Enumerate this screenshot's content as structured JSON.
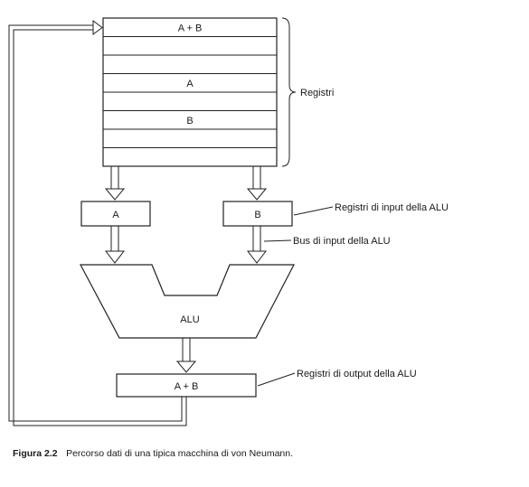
{
  "register_file": {
    "rows": [
      "A + B",
      "",
      "",
      "A",
      "",
      "B",
      "",
      ""
    ],
    "brace_label": "Registri"
  },
  "alu_inputs": {
    "left": "A",
    "right": "B"
  },
  "alu": {
    "label": "ALU"
  },
  "output_register": {
    "label": "A + B"
  },
  "annotations": {
    "input_registers": "Registri di input della ALU",
    "input_bus": "Bus di input della ALU",
    "output_register": "Registri di output della ALU"
  },
  "caption": {
    "number": "Figura 2.2",
    "text": "Percorso dati di una tipica macchina di von Neumann."
  }
}
